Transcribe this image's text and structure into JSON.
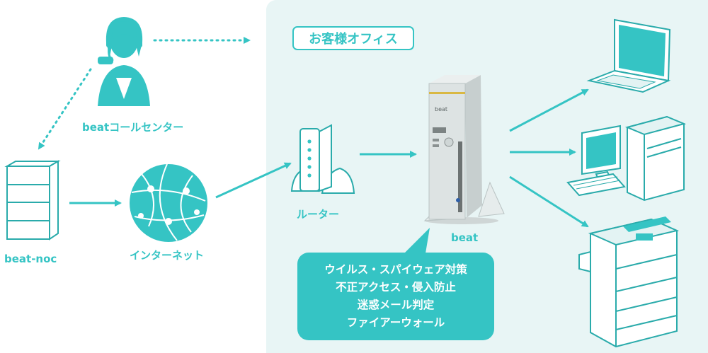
{
  "office": {
    "label": "お客様オフィス"
  },
  "nodes": {
    "call_center": "beatコールセンター",
    "noc": "beat-noc",
    "internet": "インターネット",
    "router": "ルーター",
    "beat": "beat",
    "beat_brand": "beat"
  },
  "features": [
    "ウイルス・スパイウェア対策",
    "不正アクセス・侵入防止",
    "迷惑メール判定",
    "ファイアーウォール"
  ],
  "colors": {
    "accent": "#35c4c4",
    "office_bg": "#e8f5f5",
    "device_line": "#2aabab",
    "device_fill": "#ffffff"
  }
}
